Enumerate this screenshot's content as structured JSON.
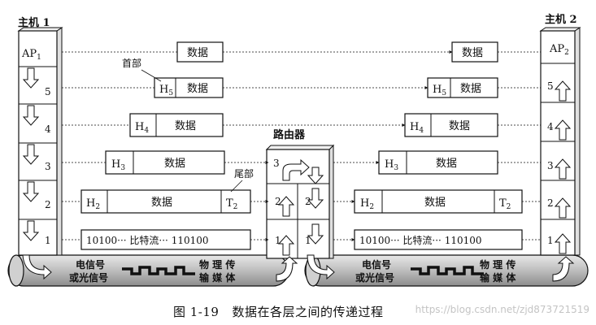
{
  "host1": {
    "title": "主机 1",
    "ap": "AP",
    "ap_sub": "1",
    "layers": [
      "5",
      "4",
      "3",
      "2",
      "1"
    ]
  },
  "host2": {
    "title": "主机 2",
    "ap": "AP",
    "ap_sub": "2",
    "layers": [
      "5",
      "4",
      "3",
      "2",
      "1"
    ]
  },
  "router": {
    "title": "路由器",
    "layers": [
      "3",
      "2",
      "1",
      "2",
      "1"
    ]
  },
  "labels": {
    "header": "首部",
    "trailer": "尾部"
  },
  "pdus": {
    "data": "数据",
    "h": "H",
    "t": "T",
    "h5": "5",
    "h4": "4",
    "h3": "3",
    "h2": "2",
    "t2": "2",
    "bitstream": "10100··· 比特流··· 110100"
  },
  "medium": {
    "signal_line1": "电信号",
    "signal_line2": "或光信号",
    "media_line1": "物 理 传",
    "media_line2": "输 媒 体"
  },
  "caption": {
    "figure": "图 1-19",
    "text": "数据在各层之间的传递过程",
    "watermark": "https://blog.csdn.net/zjd873721519"
  },
  "colors": {
    "ink": "#111111",
    "pipe": "#cfcfcf",
    "background": "#ffffff"
  }
}
